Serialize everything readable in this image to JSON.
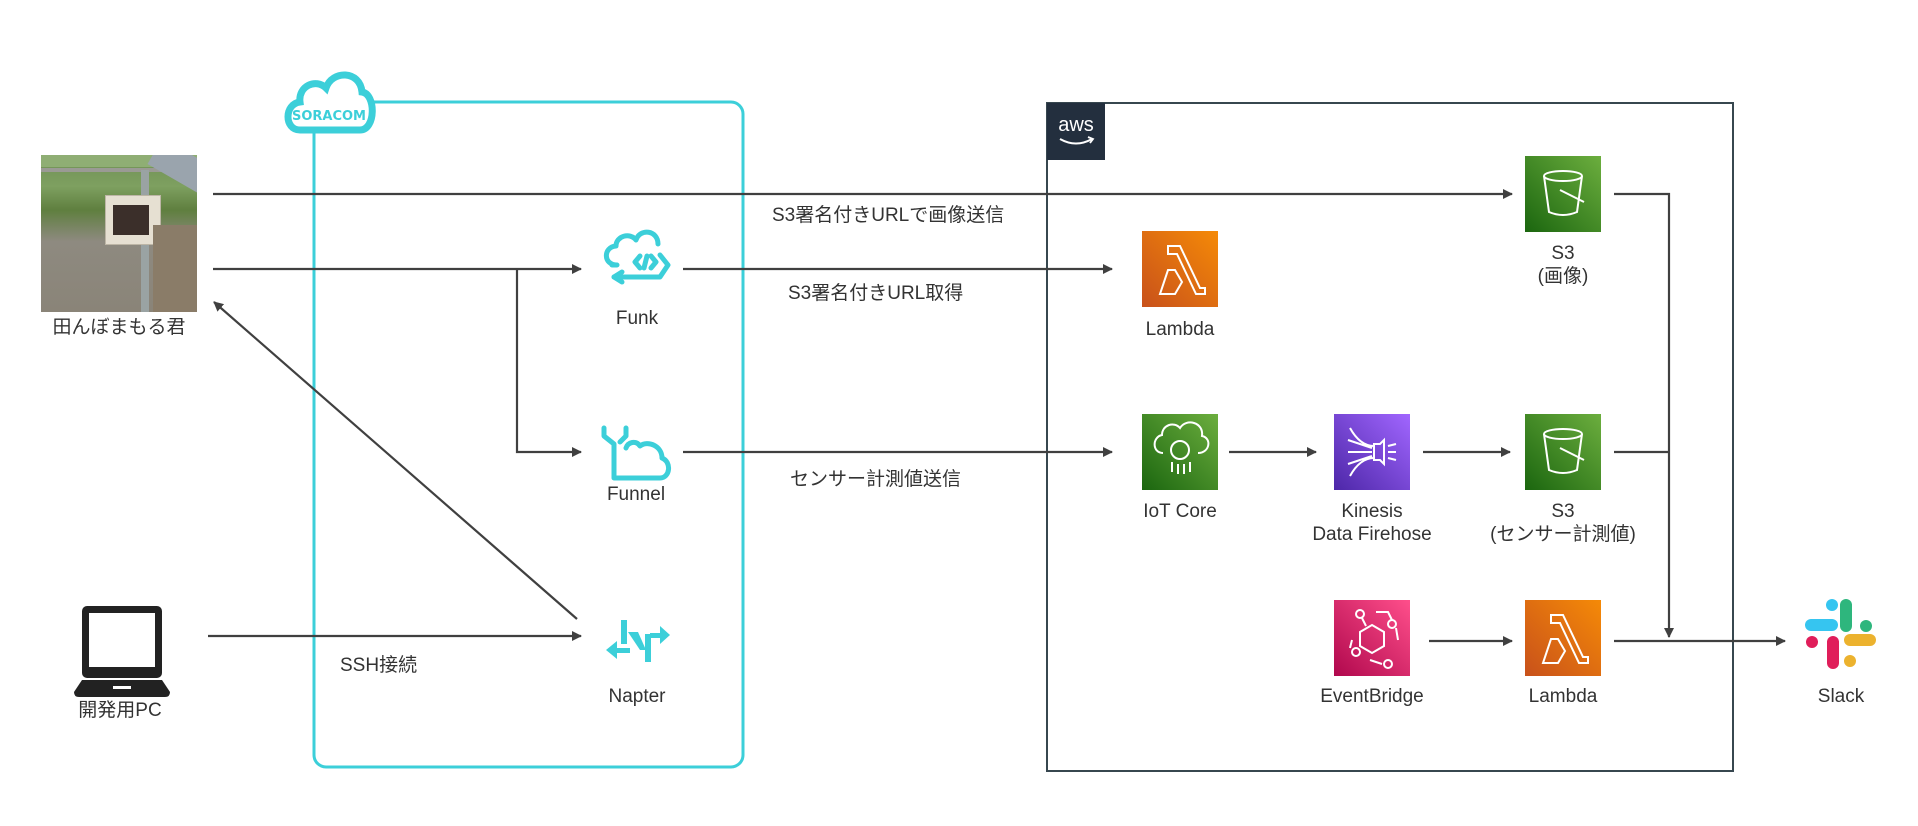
{
  "diagram": {
    "colors": {
      "soracom": "#3CCFD9",
      "aws_border": "#37474F",
      "aws_logo_bg": "#232F3E",
      "edge": "#404040",
      "lambda": "#E8740F",
      "s3": "#3F8624",
      "iot": "#3F8624",
      "kinesis": "#7B3FE4",
      "eventbridge": "#D6266E"
    },
    "groups": {
      "soracom": {
        "logo_text": "SORACOM"
      },
      "aws": {
        "logo_text": "aws"
      }
    },
    "nodes": {
      "device": {
        "label": "田んぼまもる君",
        "icon": "rice-field-device-photo"
      },
      "dev_pc": {
        "label": "開発用PC",
        "icon": "laptop-icon"
      },
      "funk": {
        "label": "Funk",
        "icon": "soracom-funk-icon"
      },
      "funnel": {
        "label": "Funnel",
        "icon": "soracom-funnel-icon"
      },
      "napter": {
        "label": "Napter",
        "icon": "soracom-napter-icon"
      },
      "lambda_url": {
        "label": "Lambda",
        "icon": "aws-lambda-icon"
      },
      "s3_image": {
        "label_line1": "S3",
        "label_line2": "(画像)",
        "icon": "aws-s3-icon"
      },
      "iot_core": {
        "label": "IoT Core",
        "icon": "aws-iot-core-icon"
      },
      "kinesis": {
        "label_line1": "Kinesis",
        "label_line2": "Data Firehose",
        "icon": "aws-kinesis-firehose-icon"
      },
      "s3_sensor": {
        "label_line1": "S3",
        "label_line2": "(センサー計測値)",
        "icon": "aws-s3-icon"
      },
      "eventbridge": {
        "label": "EventBridge",
        "icon": "aws-eventbridge-icon"
      },
      "lambda_notify": {
        "label": "Lambda",
        "icon": "aws-lambda-icon"
      },
      "slack": {
        "label": "Slack",
        "icon": "slack-icon"
      }
    },
    "edges": [
      {
        "from": "device",
        "to": "s3_image",
        "label": "S3署名付きURLで画像送信"
      },
      {
        "from": "device",
        "to": "funk",
        "label": ""
      },
      {
        "from": "funk",
        "to": "lambda_url",
        "label": "S3署名付きURL取得"
      },
      {
        "from": "device",
        "to": "funnel",
        "label": ""
      },
      {
        "from": "funnel",
        "to": "iot_core",
        "label": "センサー計測値送信"
      },
      {
        "from": "iot_core",
        "to": "kinesis",
        "label": ""
      },
      {
        "from": "kinesis",
        "to": "s3_sensor",
        "label": ""
      },
      {
        "from": "dev_pc",
        "to": "napter",
        "label": "SSH接続"
      },
      {
        "from": "napter",
        "to": "device",
        "label": ""
      },
      {
        "from": "eventbridge",
        "to": "lambda_notify",
        "label": ""
      },
      {
        "from": "s3_image",
        "to": "slack",
        "label": ""
      },
      {
        "from": "s3_sensor",
        "to": "slack",
        "label": ""
      },
      {
        "from": "lambda_notify",
        "to": "slack",
        "label": ""
      }
    ]
  }
}
